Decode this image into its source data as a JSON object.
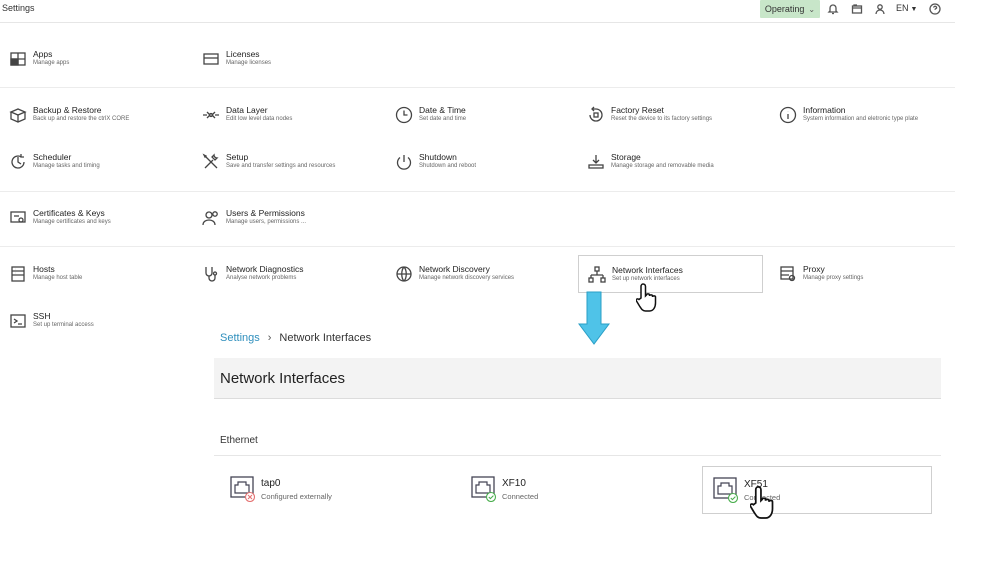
{
  "topbar": {
    "title": "Settings",
    "mode_label": "Operating",
    "language": "EN",
    "icons": [
      "bell-icon",
      "folder-icon",
      "user-icon",
      "help-icon"
    ]
  },
  "settings": {
    "row1": [
      {
        "title": "Apps",
        "subtitle": "Manage apps",
        "icon": "apps-icon"
      },
      {
        "title": "Licenses",
        "subtitle": "Manage licenses",
        "icon": "license-icon"
      }
    ],
    "row2": [
      {
        "title": "Backup & Restore",
        "subtitle": "Back up and restore the ctrlX CORE",
        "icon": "box-icon"
      },
      {
        "title": "Data Layer",
        "subtitle": "Edit low level data nodes",
        "icon": "datalayer-icon"
      },
      {
        "title": "Date & Time",
        "subtitle": "Set date and time",
        "icon": "clock-icon"
      },
      {
        "title": "Factory Reset",
        "subtitle": "Reset the device to its factory settings",
        "icon": "reset-icon"
      },
      {
        "title": "Information",
        "subtitle": "System information and eletronic type plate",
        "icon": "info-icon"
      }
    ],
    "row3": [
      {
        "title": "Scheduler",
        "subtitle": "Manage tasks and timing",
        "icon": "scheduler-icon"
      },
      {
        "title": "Setup",
        "subtitle": "Save and transfer settings and resources",
        "icon": "tools-icon"
      },
      {
        "title": "Shutdown",
        "subtitle": "Shutdown and reboot",
        "icon": "power-icon"
      },
      {
        "title": "Storage",
        "subtitle": "Manage storage and removable media",
        "icon": "storage-icon"
      }
    ],
    "row4": [
      {
        "title": "Certificates & Keys",
        "subtitle": "Manage certificates and keys",
        "icon": "certificate-icon"
      },
      {
        "title": "Users & Permissions",
        "subtitle": "Manage users, permissions ...",
        "icon": "users-icon"
      }
    ],
    "row5": [
      {
        "title": "Hosts",
        "subtitle": "Manage host table",
        "icon": "hosts-icon"
      },
      {
        "title": "Network Diagnostics",
        "subtitle": "Analyse network problems",
        "icon": "stethoscope-icon"
      },
      {
        "title": "Network Discovery",
        "subtitle": "Manage network discovery services",
        "icon": "globe-icon"
      },
      {
        "title": "Network Interfaces",
        "subtitle": "Set up network interfaces",
        "icon": "network-icon"
      },
      {
        "title": "Proxy",
        "subtitle": "Manage proxy settings",
        "icon": "proxy-icon"
      }
    ],
    "row6": [
      {
        "title": "SSH",
        "subtitle": "Set up terminal access",
        "icon": "terminal-icon"
      }
    ]
  },
  "detail": {
    "breadcrumb_root": "Settings",
    "breadcrumb_current": "Network Interfaces",
    "title": "Network Interfaces",
    "section": "Ethernet",
    "interfaces": [
      {
        "name": "tap0",
        "status": "Configured externally",
        "state": "error",
        "state_color": "#e57373"
      },
      {
        "name": "XF10",
        "status": "Connected",
        "state": "ok",
        "state_color": "#4caf50"
      },
      {
        "name": "XF51",
        "status": "Connected",
        "state": "ok",
        "state_color": "#4caf50"
      }
    ]
  },
  "colors": {
    "operating_bg": "#c8e6c9",
    "link": "#2f8fbd",
    "arrow": "#4fc3e8"
  }
}
